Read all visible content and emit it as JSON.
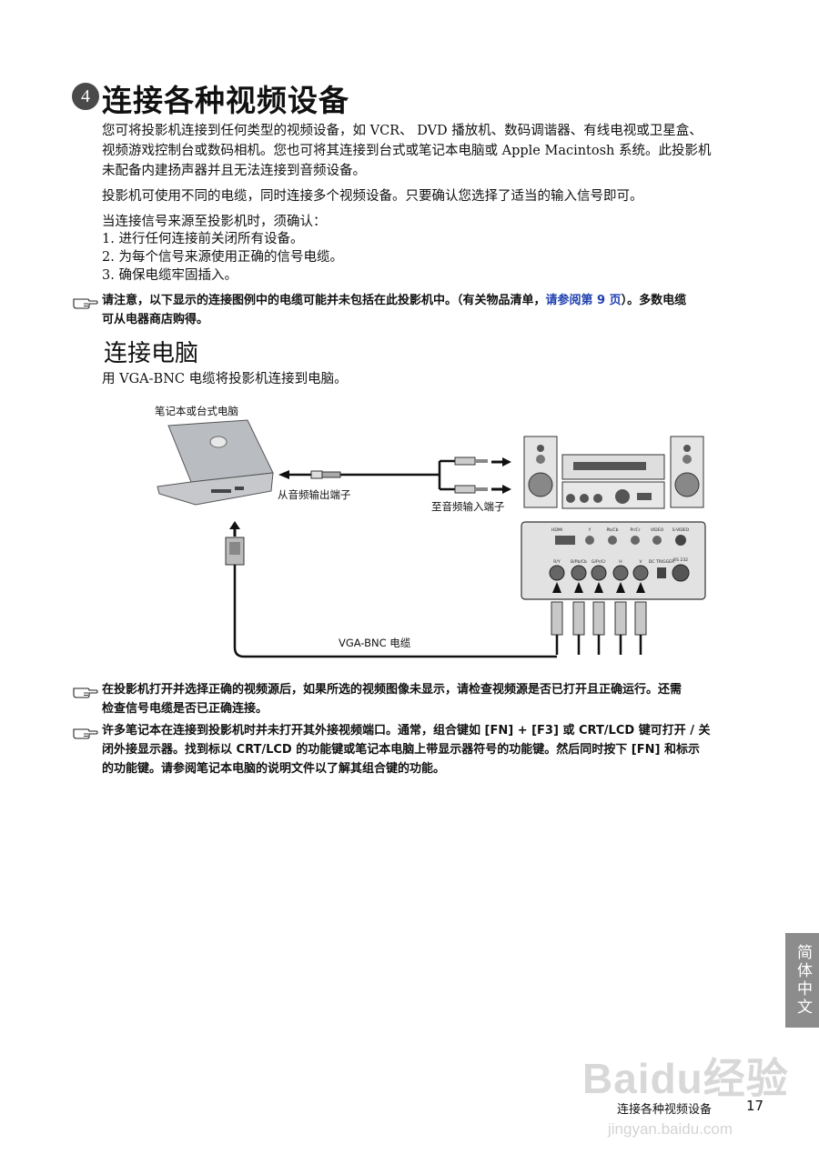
{
  "chapter": {
    "number": "4",
    "title": "连接各种视频设备"
  },
  "intro": {
    "p1_line1": "您可将投影机连接到任何类型的视频设备，如 VCR、 DVD 播放机、数码调谐器、有线电视或卫星盒、",
    "p1_line2": "视频游戏控制台或数码相机。您也可将其连接到台式或笔记本电脑或 Apple Macintosh 系统。此投影机",
    "p1_line3": "未配备内建扬声器并且无法连接到音频设备。",
    "p2": "投影机可使用不同的电缆，同时连接多个视频设备。只要确认您选择了适当的输入信号即可。",
    "p3": "当连接信号来源至投影机时，须确认：",
    "steps": [
      "1. 进行任何连接前关闭所有设备。",
      "2. 为每个信号来源使用正确的信号电缆。",
      "3. 确保电缆牢固插入。"
    ]
  },
  "note1": {
    "before": "请注意，以下显示的连接图例中的电缆可能并未包括在此投影机中。（有关物品清单，",
    "link": "请参阅第 9 页",
    "after": "）。多数电缆",
    "line2": "可从电器商店购得。"
  },
  "section": {
    "title": "连接电脑",
    "desc": "用 VGA-BNC 电缆将投影机连接到电脑。"
  },
  "diagram": {
    "laptop_label": "笔记本或台式电脑",
    "audio_out_label": "从音频输出端子",
    "audio_in_label": "至音频输入端子",
    "cable_label": "VGA-BNC 电缆",
    "panel_labels": [
      "HDMI",
      "Y",
      "Pb/Cb",
      "Pr/Cr",
      "VIDEO",
      "S-VIDEO",
      "R/Y",
      "B/Pb/Cb",
      "G/Pr/Cr",
      "H",
      "V",
      "DC TRIGGER",
      "RS 232"
    ]
  },
  "note2": {
    "line1": "在投影机打开并选择正确的视频源后，如果所选的视频图像未显示，请检查视频源是否已打开且正确运行。还需",
    "line2": "检查信号电缆是否已正确连接。"
  },
  "note3": {
    "line1": "许多笔记本在连接到投影机时并未打开其外接视频端口。通常，组合键如 [FN] + [F3] 或 CRT/LCD 键可打开 / 关",
    "line2": "闭外接显示器。找到标以 CRT/LCD 的功能键或笔记本电脑上带显示器符号的功能键。然后同时按下 [FN] 和标示",
    "line3": "的功能键。请参阅笔记本电脑的说明文件以了解其组合键的功能。"
  },
  "side_tab": "简体中文",
  "footer": {
    "title": "连接各种视频设备",
    "page": "17"
  },
  "watermark": {
    "logo": "Baidu经验",
    "url": "jingyan.baidu.com"
  }
}
